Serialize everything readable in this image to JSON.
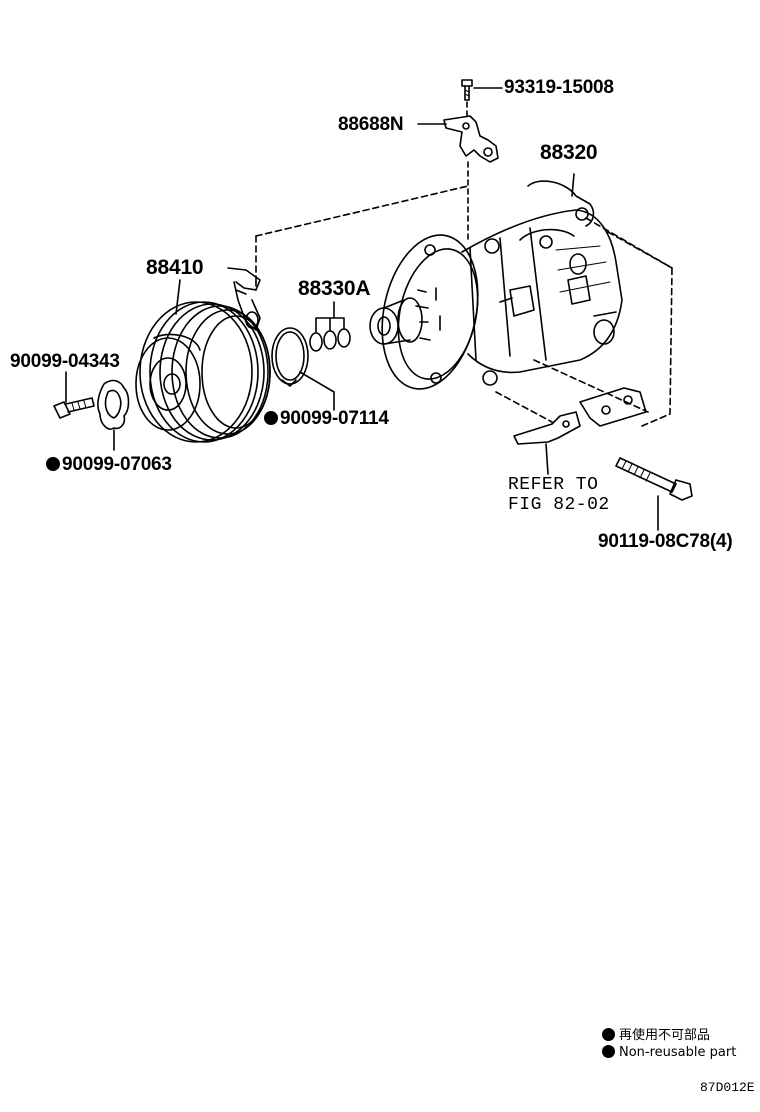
{
  "parts": {
    "screw_top": "93319-15008",
    "bracket_top": "88688N",
    "compressor": "88320",
    "clutch": "88410",
    "orings": "88330A",
    "bolt_left": "90099-04343",
    "shim": "90099-07063",
    "snap_ring": "90099-07114",
    "bolt_right": "90119-08C78(4)"
  },
  "refer": {
    "line1": "REFER TO",
    "line2": "FIG 82-02"
  },
  "legend": {
    "item_jp": "再使用不可部品",
    "item_en": "Non-reusable part"
  },
  "figure_code": "87D012E"
}
